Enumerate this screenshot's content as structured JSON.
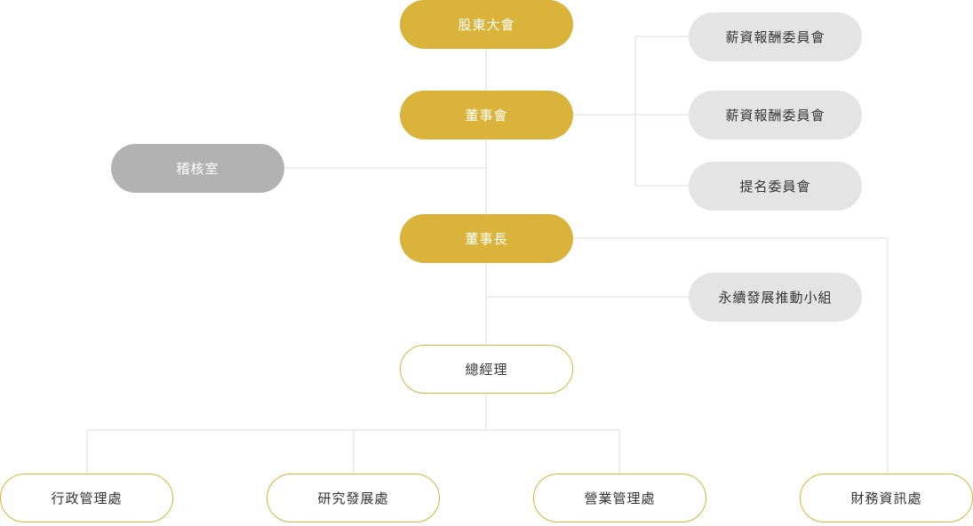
{
  "colors": {
    "gold": "#d9b33a",
    "light_gray": "#e4e4e4",
    "dark_gray": "#b2b2b2",
    "connector": "#dedede",
    "outline": "#d9b33a"
  },
  "nodes": {
    "shareholders": "股東大會",
    "board": "董事會",
    "remuneration_committee_1": "薪資報酬委員會",
    "remuneration_committee_2": "薪資報酬委員會",
    "nomination_committee": "提名委員會",
    "audit_office": "稽核室",
    "chairman": "董事長",
    "sustainability_team": "永續發展推動小組",
    "general_manager": "總經理",
    "admin_dept": "行政管理處",
    "rnd_dept": "研究發展處",
    "business_dept": "營業管理處",
    "finance_it_dept": "財務資訊處"
  }
}
